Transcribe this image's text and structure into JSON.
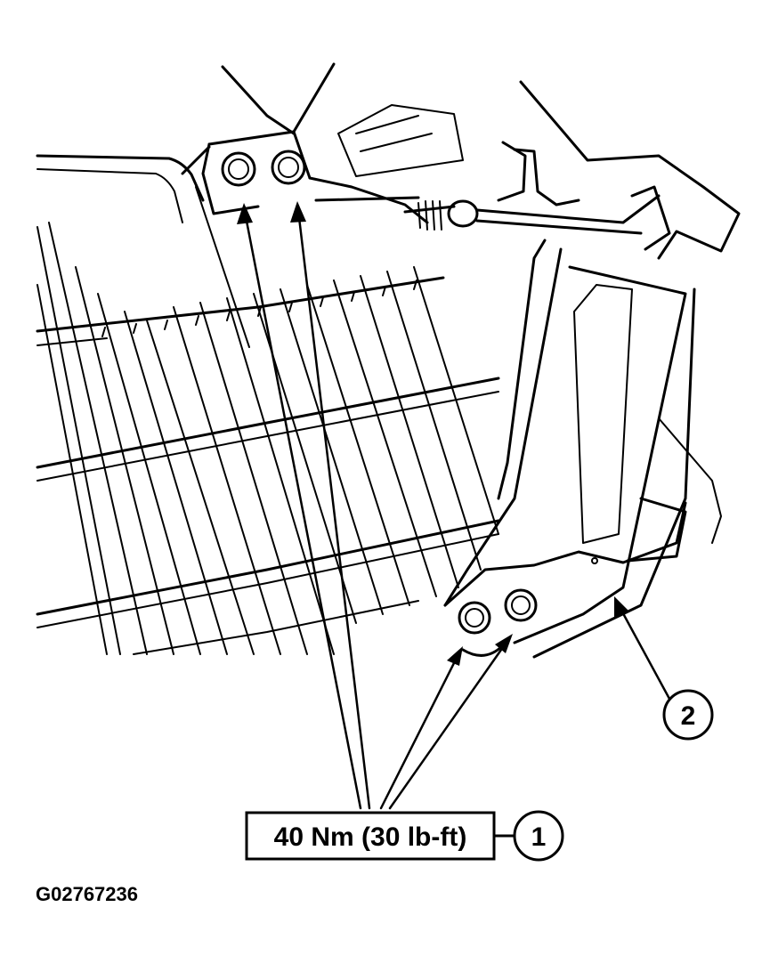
{
  "figure": {
    "id_code": "G02767236",
    "callouts": [
      {
        "number": "1",
        "text": "40 Nm (30 lb-ft)"
      },
      {
        "number": "2",
        "text": ""
      }
    ]
  },
  "colors": {
    "ink": "#000000",
    "paper": "#ffffff"
  }
}
